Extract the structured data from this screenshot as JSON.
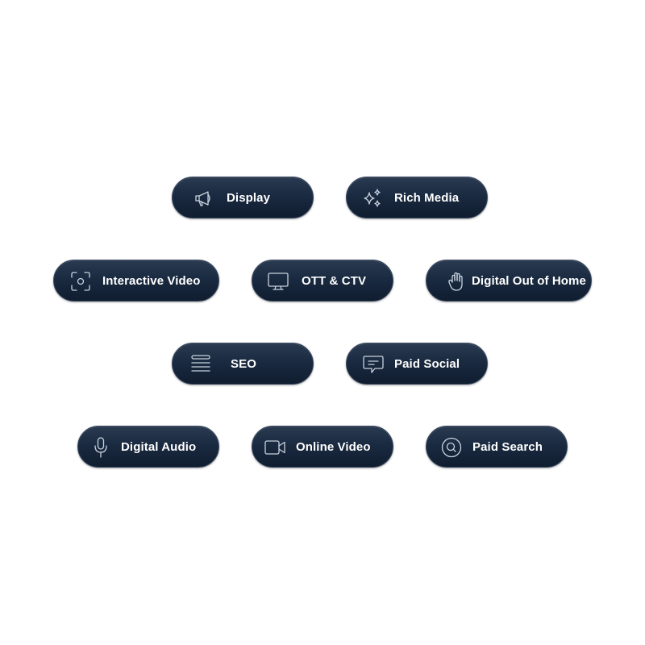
{
  "buttons": {
    "display": {
      "label": "Display",
      "icon": "megaphone-icon"
    },
    "rich_media": {
      "label": "Rich Media",
      "icon": "sparkles-icon"
    },
    "interactive_video": {
      "label": "Interactive Video",
      "icon": "focus-frame-icon"
    },
    "ott_ctv": {
      "label": "OTT & CTV",
      "icon": "tv-monitor-icon"
    },
    "digital_out_of_home": {
      "label": "Digital Out of Home",
      "icon": "hand-icon"
    },
    "seo": {
      "label": "SEO",
      "icon": "text-lines-icon"
    },
    "paid_social": {
      "label": "Paid Social",
      "icon": "chat-bubble-icon"
    },
    "digital_audio": {
      "label": "Digital Audio",
      "icon": "microphone-icon"
    },
    "online_video": {
      "label": "Online Video",
      "icon": "video-camera-icon"
    },
    "paid_search": {
      "label": "Paid Search",
      "icon": "search-icon"
    }
  },
  "colors": {
    "pill_background": "#1a2a40",
    "pill_border": "#3a4a60",
    "label": "#ffffff",
    "icon_stroke": "#c8d2de",
    "page_background": "#ffffff"
  }
}
